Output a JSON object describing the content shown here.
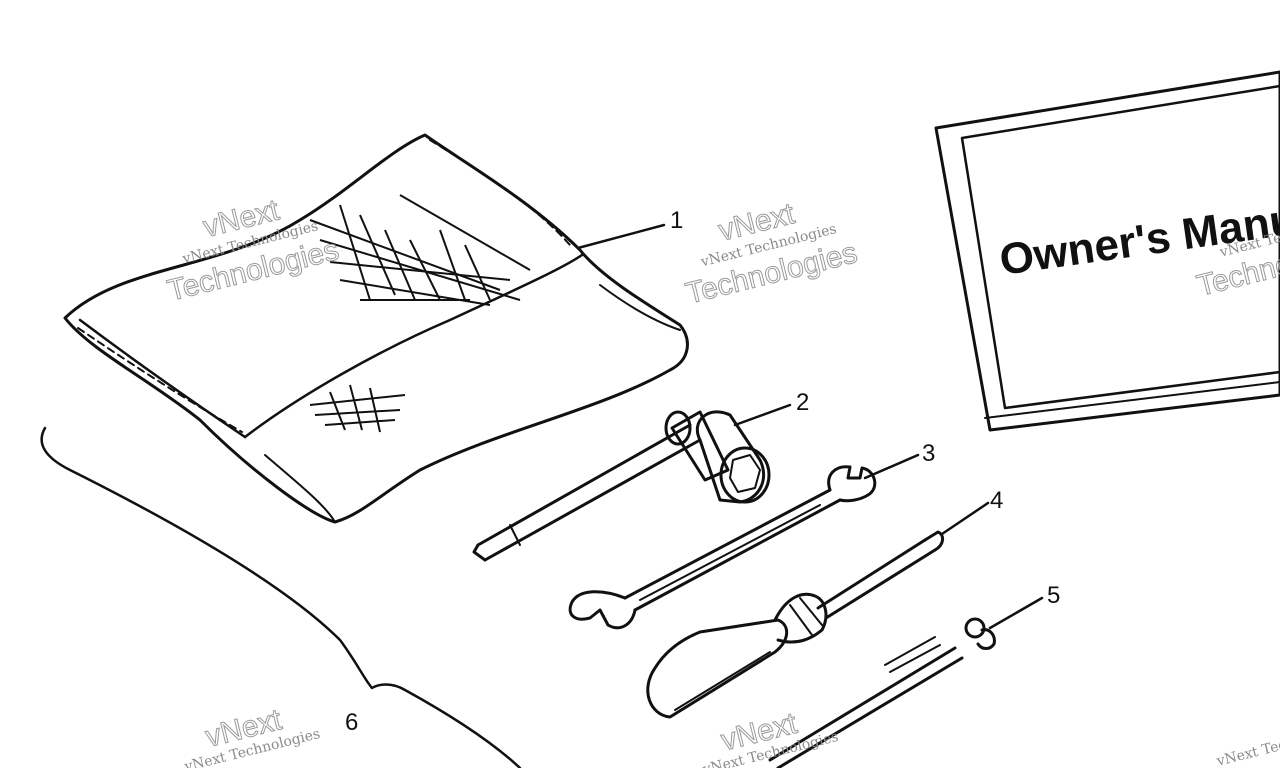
{
  "manual": {
    "title": "Owner's Manual"
  },
  "callouts": [
    {
      "label": "1",
      "part": "tool-pouch"
    },
    {
      "label": "2",
      "part": "spark-plug-socket-wrench"
    },
    {
      "label": "3",
      "part": "open-end-wrench"
    },
    {
      "label": "4",
      "part": "screwdriver"
    },
    {
      "label": "5",
      "part": "tool-extension-handle"
    },
    {
      "label": "6",
      "part": "tool-kit-group"
    }
  ],
  "watermark": {
    "brand": "vNext",
    "line1": "vNext Technologies",
    "line2": "Technologies"
  },
  "colors": {
    "ink": "#111111",
    "watermark": "#9a9a9a",
    "background": "#ffffff"
  }
}
